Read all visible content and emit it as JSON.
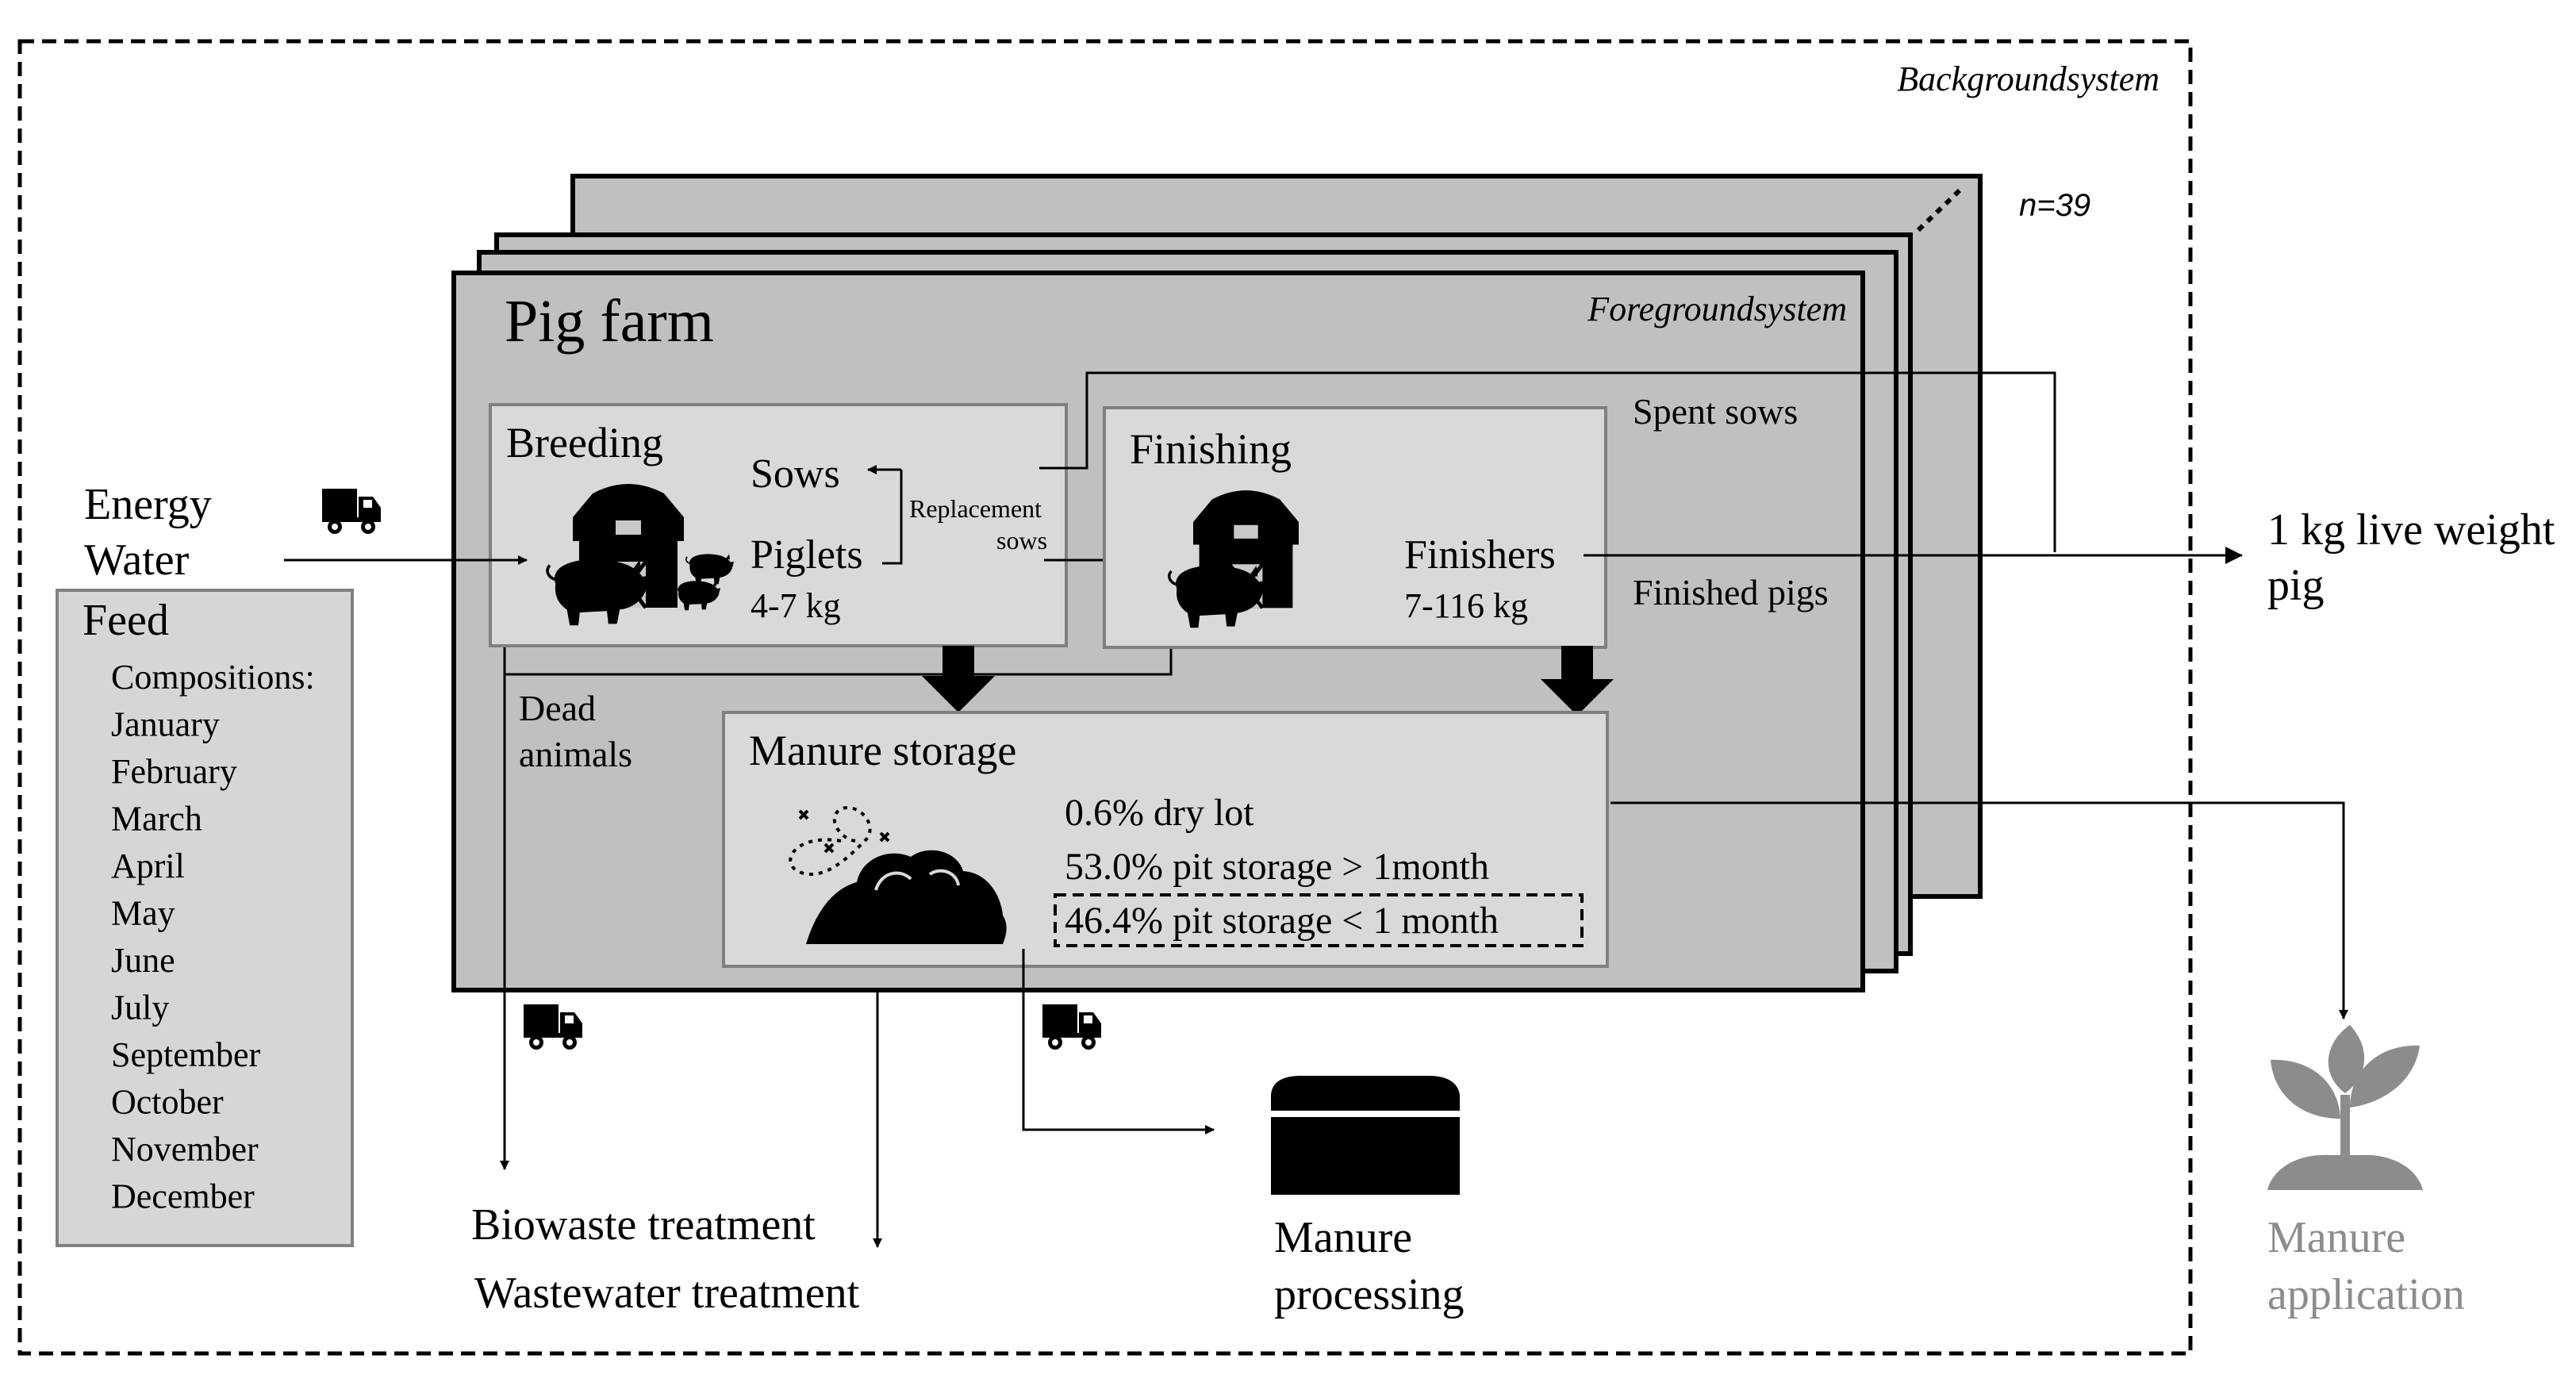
{
  "labels": {
    "background_system": "Backgroundsystem",
    "n": "n=39",
    "pig_farm": "Pig farm",
    "foreground_system": "Foregroundsystem",
    "breeding": "Breeding",
    "sows": "Sows",
    "piglets": "Piglets",
    "piglets_weight": "4-7 kg",
    "replacement_line1": "Replacement",
    "replacement_line2": "sows",
    "finishing": "Finishing",
    "finishers": "Finishers",
    "finishers_weight": "7-116 kg",
    "spent_sows": "Spent sows",
    "finished_pigs": "Finished pigs",
    "output_line1": "1 kg live weight",
    "output_line2": "pig",
    "energy": "Energy",
    "water": "Water",
    "feed": "Feed",
    "dead_line1": "Dead",
    "dead_line2": "animals",
    "manure_storage": "Manure storage",
    "dry_lot": "0.6% dry lot",
    "pit_long": "53.0% pit storage > 1month",
    "pit_short": "46.4% pit storage < 1 month",
    "biowaste": "Biowaste treatment",
    "wastewater": "Wastewater treatment",
    "processing_line1": "Manure",
    "processing_line2": "processing",
    "application_line1": "Manure",
    "application_line2": "application"
  },
  "feed_list": [
    "Compositions:",
    "January",
    "February",
    "March",
    "April",
    "May",
    "June",
    "July",
    "September",
    "October",
    "November",
    "December"
  ],
  "colors": {
    "panel": "#c0c0c0",
    "subpanel": "#d9d9d9",
    "feed_box": "#d6d6d6",
    "muted": "#8c8c8c",
    "ink": "#000000"
  },
  "icons": [
    "truck-icon",
    "barn-icon",
    "pig-icon",
    "manure-pile-icon",
    "manure-processing-icon",
    "plant-icon"
  ]
}
